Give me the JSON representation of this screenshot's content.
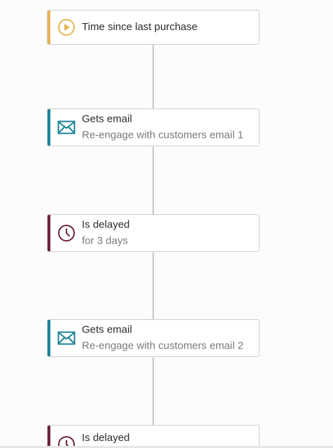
{
  "colors": {
    "trigger_accent": "#e8b352",
    "email_accent": "#1a8296",
    "delay_accent": "#6c2439",
    "connector": "#c6c6c6"
  },
  "workflow": {
    "steps": [
      {
        "type": "trigger",
        "icon": "play-circle-icon",
        "title": "Time since last purchase",
        "subtitle": ""
      },
      {
        "type": "email",
        "icon": "envelope-icon",
        "title": "Gets email",
        "subtitle": "Re-engage with customers email 1"
      },
      {
        "type": "delay",
        "icon": "clock-icon",
        "title": "Is delayed",
        "subtitle": "for 3 days"
      },
      {
        "type": "email",
        "icon": "envelope-icon",
        "title": "Gets email",
        "subtitle": "Re-engage with customers email 2"
      },
      {
        "type": "delay",
        "icon": "clock-icon",
        "title": "Is delayed",
        "subtitle": ""
      }
    ]
  }
}
